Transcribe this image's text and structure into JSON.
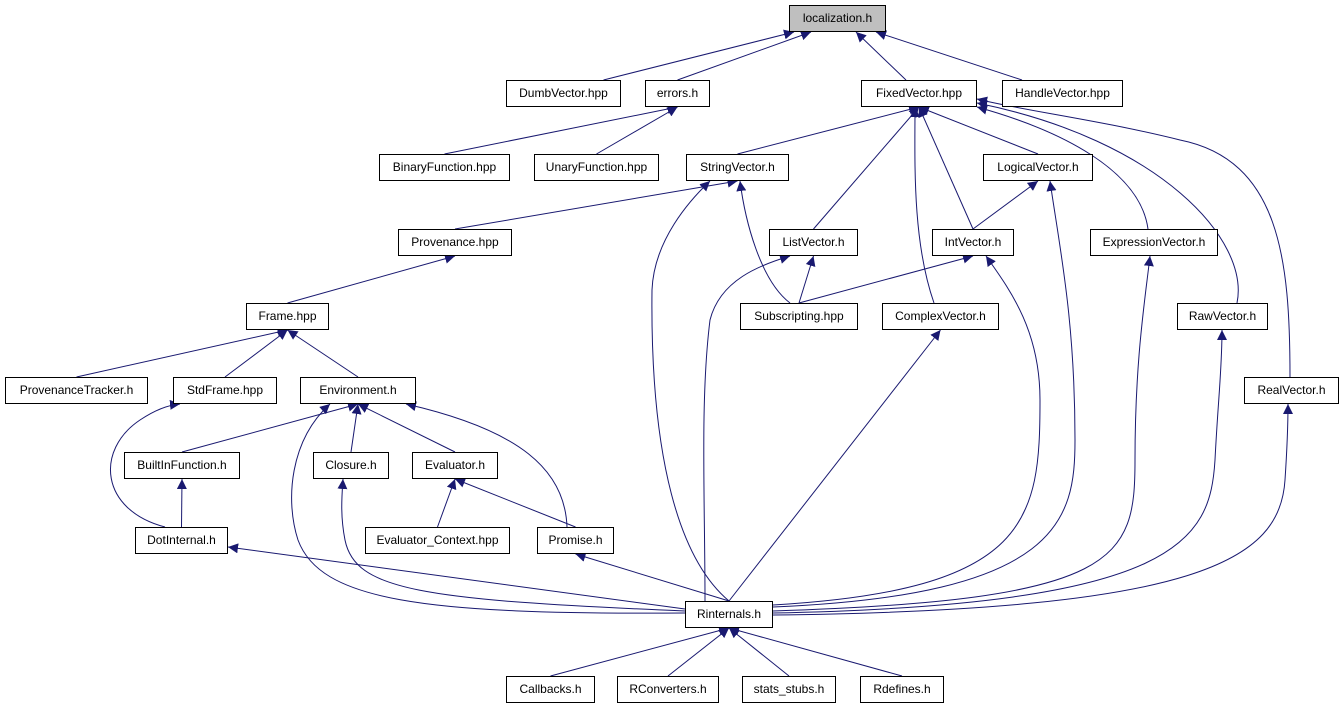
{
  "graph": {
    "colors": {
      "edge": "#191970",
      "node_border": "#000000",
      "root_fill": "#bfbfbf"
    },
    "root": "localization.h",
    "nodes": [
      {
        "id": "localization",
        "label": "localization.h",
        "root": true
      },
      {
        "id": "dumbvector",
        "label": "DumbVector.hpp"
      },
      {
        "id": "errors",
        "label": "errors.h"
      },
      {
        "id": "fixedvector",
        "label": "FixedVector.hpp"
      },
      {
        "id": "handlevector",
        "label": "HandleVector.hpp"
      },
      {
        "id": "binaryfunction",
        "label": "BinaryFunction.hpp"
      },
      {
        "id": "unaryfunction",
        "label": "UnaryFunction.hpp"
      },
      {
        "id": "stringvector",
        "label": "StringVector.h"
      },
      {
        "id": "logicalvector",
        "label": "LogicalVector.h"
      },
      {
        "id": "provenance",
        "label": "Provenance.hpp"
      },
      {
        "id": "listvector",
        "label": "ListVector.h"
      },
      {
        "id": "intvector",
        "label": "IntVector.h"
      },
      {
        "id": "expressionvector",
        "label": "ExpressionVector.h"
      },
      {
        "id": "frame",
        "label": "Frame.hpp"
      },
      {
        "id": "subscripting",
        "label": "Subscripting.hpp"
      },
      {
        "id": "complexvector",
        "label": "ComplexVector.h"
      },
      {
        "id": "rawvector",
        "label": "RawVector.h"
      },
      {
        "id": "provenancetracker",
        "label": "ProvenanceTracker.h"
      },
      {
        "id": "stdframe",
        "label": "StdFrame.hpp"
      },
      {
        "id": "environment",
        "label": "Environment.h"
      },
      {
        "id": "realvector",
        "label": "RealVector.h"
      },
      {
        "id": "builtinfunction",
        "label": "BuiltInFunction.h"
      },
      {
        "id": "closure",
        "label": "Closure.h"
      },
      {
        "id": "evaluator",
        "label": "Evaluator.h"
      },
      {
        "id": "dotinternal",
        "label": "DotInternal.h"
      },
      {
        "id": "evaluator_context",
        "label": "Evaluator_Context.hpp"
      },
      {
        "id": "promise",
        "label": "Promise.h"
      },
      {
        "id": "rinternals",
        "label": "Rinternals.h"
      },
      {
        "id": "callbacks",
        "label": "Callbacks.h"
      },
      {
        "id": "rconverters",
        "label": "RConverters.h"
      },
      {
        "id": "stats_stubs",
        "label": "stats_stubs.h"
      },
      {
        "id": "rdefines",
        "label": "Rdefines.h"
      }
    ],
    "edges": [
      [
        "dumbvector",
        "localization"
      ],
      [
        "errors",
        "localization"
      ],
      [
        "fixedvector",
        "localization"
      ],
      [
        "handlevector",
        "localization"
      ],
      [
        "binaryfunction",
        "errors"
      ],
      [
        "unaryfunction",
        "errors"
      ],
      [
        "stringvector",
        "fixedvector"
      ],
      [
        "logicalvector",
        "fixedvector"
      ],
      [
        "listvector",
        "fixedvector"
      ],
      [
        "intvector",
        "fixedvector"
      ],
      [
        "complexvector",
        "fixedvector"
      ],
      [
        "expressionvector",
        "fixedvector"
      ],
      [
        "rawvector",
        "fixedvector"
      ],
      [
        "realvector",
        "fixedvector"
      ],
      [
        "provenance",
        "stringvector"
      ],
      [
        "subscripting",
        "stringvector"
      ],
      [
        "rinternals",
        "stringvector"
      ],
      [
        "intvector",
        "logicalvector"
      ],
      [
        "rinternals",
        "logicalvector"
      ],
      [
        "frame",
        "provenance"
      ],
      [
        "subscripting",
        "listvector"
      ],
      [
        "rinternals",
        "listvector"
      ],
      [
        "subscripting",
        "intvector"
      ],
      [
        "rinternals",
        "intvector"
      ],
      [
        "rinternals",
        "expressionvector"
      ],
      [
        "provenancetracker",
        "frame"
      ],
      [
        "stdframe",
        "frame"
      ],
      [
        "environment",
        "frame"
      ],
      [
        "rinternals",
        "complexvector"
      ],
      [
        "rinternals",
        "rawvector"
      ],
      [
        "dotinternal",
        "stdframe"
      ],
      [
        "builtinfunction",
        "environment"
      ],
      [
        "closure",
        "environment"
      ],
      [
        "evaluator",
        "environment"
      ],
      [
        "promise",
        "environment"
      ],
      [
        "rinternals",
        "environment"
      ],
      [
        "rinternals",
        "realvector"
      ],
      [
        "dotinternal",
        "builtinfunction"
      ],
      [
        "rinternals",
        "closure"
      ],
      [
        "evaluator_context",
        "evaluator"
      ],
      [
        "promise",
        "evaluator"
      ],
      [
        "rinternals",
        "dotinternal"
      ],
      [
        "rinternals",
        "promise"
      ],
      [
        "callbacks",
        "rinternals"
      ],
      [
        "rconverters",
        "rinternals"
      ],
      [
        "stats_stubs",
        "rinternals"
      ],
      [
        "rdefines",
        "rinternals"
      ]
    ]
  }
}
